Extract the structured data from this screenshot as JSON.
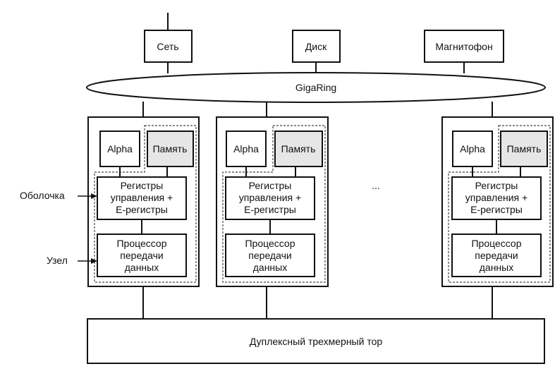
{
  "devices": {
    "network": "Сеть",
    "disk": "Диск",
    "tape": "Магнитофон"
  },
  "ring": {
    "label": "GigaRing"
  },
  "node": {
    "alpha": "Alpha",
    "memory": "Память",
    "registers": [
      "Регистры",
      "управления +",
      "Е-регистры"
    ],
    "transfer_processor": [
      "Процессор",
      "передачи",
      "данных"
    ]
  },
  "ellipsis": "...",
  "annotations": {
    "shell": "Оболочка",
    "node": "Узел"
  },
  "torus": {
    "label": "Дуплексный трехмерный тор"
  },
  "colors": {
    "line": "#111111",
    "memory_fill": "#e6e6e6",
    "shell_dash": "#444444"
  }
}
